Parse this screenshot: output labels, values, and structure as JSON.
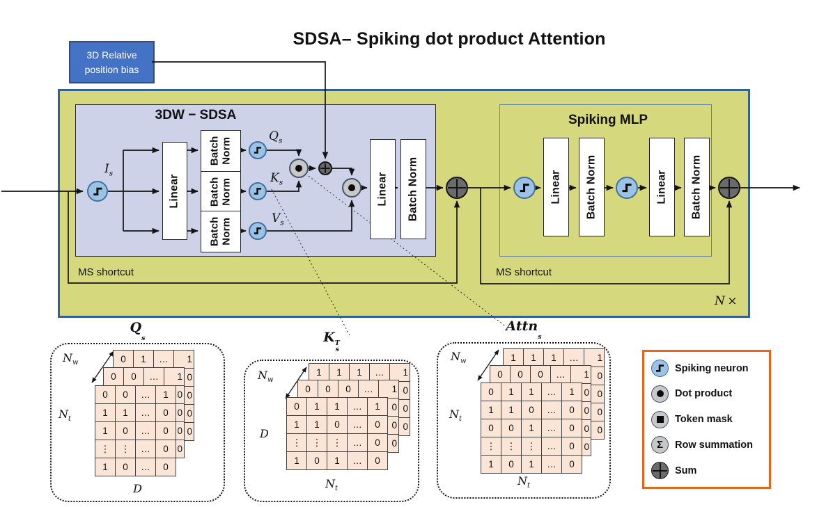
{
  "title": "SDSA– Spiking dot product Attention",
  "bias_box": {
    "line1": "3D Relative",
    "line2": "position bias"
  },
  "repeat_label": {
    "base": "N",
    "times": "×"
  },
  "sdsa": {
    "title": "3DW − SDSA",
    "ms_shortcut": "MS shortcut",
    "input_label": {
      "base": "I",
      "sub": "s"
    },
    "q_label": {
      "base": "Q",
      "sub": "s"
    },
    "k_label": {
      "base": "K",
      "sub": "s"
    },
    "v_label": {
      "base": "V",
      "sub": "s"
    },
    "linear": "Linear",
    "batch": "Batch",
    "norm": "Norm",
    "batch_norm": "Batch Norm"
  },
  "mlp": {
    "title": "Spiking MLP",
    "ms_shortcut": "MS shortcut",
    "linear": "Linear",
    "batch_norm": "Batch Norm"
  },
  "matrices": [
    {
      "title": {
        "base": "Q",
        "sup": "",
        "sub": "s"
      },
      "axis_diag": {
        "base": "N",
        "sub": "w"
      },
      "axis_left": {
        "base": "N",
        "sub": "t"
      },
      "axis_bottom": {
        "base": "D",
        "sub": ""
      },
      "cols": 4,
      "rows": 5,
      "layers": {
        "back": [
          [
            "0",
            "1",
            "…",
            "1"
          ],
          [
            "",
            "",
            "",
            "0"
          ],
          [
            "",
            "",
            "",
            "0"
          ],
          [
            "",
            "",
            "",
            "0"
          ],
          [
            "",
            "",
            "",
            "0"
          ]
        ],
        "middle": [
          [
            "0",
            "0",
            "…",
            "1"
          ],
          [
            "",
            "",
            "",
            "0"
          ],
          [
            "",
            "",
            "",
            "0"
          ],
          [
            "",
            "",
            "",
            "0"
          ],
          [
            "",
            "",
            "",
            "0"
          ]
        ],
        "front": [
          [
            "0",
            "0",
            "…",
            "1"
          ],
          [
            "1",
            "1",
            "…",
            "0"
          ],
          [
            "1",
            "0",
            "…",
            "0"
          ],
          [
            "⋮",
            "⋮",
            "…",
            "0"
          ],
          [
            "1",
            "0",
            "…",
            "0"
          ]
        ]
      }
    },
    {
      "title": {
        "base": "K",
        "sup": "T",
        "sub": "s"
      },
      "axis_diag": {
        "base": "N",
        "sub": "w"
      },
      "axis_left": {
        "base": "D",
        "sub": ""
      },
      "axis_bottom": {
        "base": "N",
        "sub": "t"
      },
      "cols": 5,
      "rows": 4,
      "layers": {
        "back": [
          [
            "1",
            "1",
            "1",
            "…",
            "1"
          ],
          [
            "",
            "",
            "",
            "",
            "0"
          ],
          [
            "",
            "",
            "",
            "",
            "0"
          ],
          [
            "",
            "",
            "",
            "",
            "0"
          ]
        ],
        "middle": [
          [
            "0",
            "0",
            "0",
            "…",
            "1"
          ],
          [
            "",
            "",
            "",
            "",
            "0"
          ],
          [
            "",
            "",
            "",
            "",
            "0"
          ],
          [
            "",
            "",
            "",
            "",
            "0"
          ]
        ],
        "front": [
          [
            "0",
            "1",
            "1",
            "…",
            "1"
          ],
          [
            "1",
            "1",
            "0",
            "…",
            "0"
          ],
          [
            "⋮",
            "⋮",
            "⋮",
            "…",
            "0"
          ],
          [
            "1",
            "0",
            "1",
            "…",
            "0"
          ]
        ]
      }
    },
    {
      "title": {
        "base": "Attn",
        "sup": "",
        "sub": "s"
      },
      "axis_diag": {
        "base": "N",
        "sub": "w"
      },
      "axis_left": {
        "base": "N",
        "sub": "t"
      },
      "axis_bottom": {
        "base": "N",
        "sub": "t"
      },
      "cols": 5,
      "rows": 5,
      "layers": {
        "back": [
          [
            "1",
            "1",
            "1",
            "…",
            "1"
          ],
          [
            "",
            "",
            "",
            "",
            "0"
          ],
          [
            "",
            "",
            "",
            "",
            "0"
          ],
          [
            "",
            "",
            "",
            "",
            "0"
          ],
          [
            "",
            "",
            "",
            "",
            "0"
          ]
        ],
        "middle": [
          [
            "0",
            "0",
            "0",
            "…",
            "1"
          ],
          [
            "",
            "",
            "",
            "",
            "0"
          ],
          [
            "",
            "",
            "",
            "",
            "0"
          ],
          [
            "",
            "",
            "",
            "",
            "0"
          ],
          [
            "",
            "",
            "",
            "",
            "0"
          ]
        ],
        "front": [
          [
            "0",
            "1",
            "1",
            "…",
            "1"
          ],
          [
            "1",
            "1",
            "0",
            "…",
            "0"
          ],
          [
            "0",
            "0",
            "1",
            "…",
            "0"
          ],
          [
            "⋮",
            "⋮",
            "⋮",
            "…",
            "0"
          ],
          [
            "1",
            "0",
            "1",
            "…",
            "0"
          ]
        ]
      }
    }
  ],
  "legend": {
    "items": [
      {
        "icon": "spiking-neuron-icon",
        "label": "Spiking neuron"
      },
      {
        "icon": "dot-product-icon",
        "label": "Dot product"
      },
      {
        "icon": "token-mask-icon",
        "label": "Token mask"
      },
      {
        "icon": "row-summation-icon",
        "label": "Row summation"
      },
      {
        "icon": "sum-icon",
        "label": "Sum"
      }
    ]
  },
  "colors": {
    "outer_fill": "#d6d87e",
    "outer_border": "#366092",
    "inner_fill": "#cdd2e9",
    "mlp_border": "#5c84ab",
    "bias_fill": "#4472c4",
    "bias_border": "#2e4d8f",
    "neuron_fill": "#9cc3e6",
    "neuron_border": "#41719c",
    "dot_fill": "#c8c8c8",
    "sum_fill": "#6b6b6b",
    "cell_fill": "#fbe5d6",
    "legend_border": "#e3661d"
  }
}
